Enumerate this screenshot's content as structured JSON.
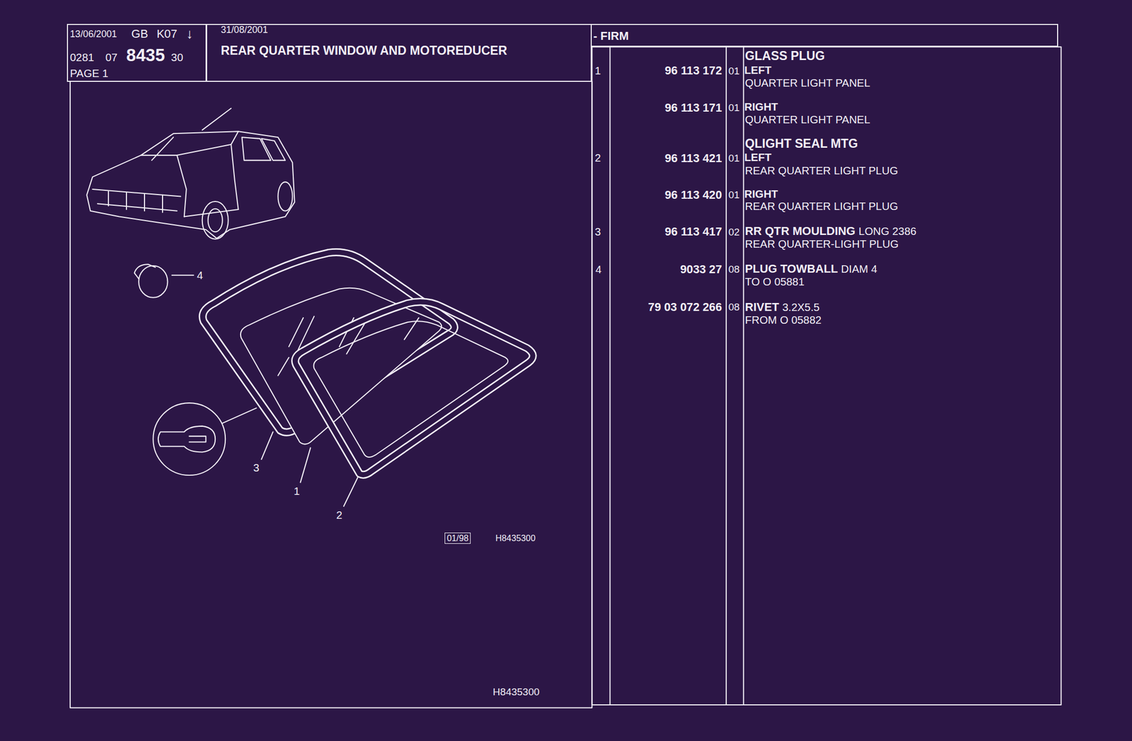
{
  "diagram": {
    "title": "REAR QUARTER WINDOW AND MOTOREDUCER",
    "nodes": [
      {
        "text": [
          "13/06/2001",
          "GB",
          "K07",
          "↓",
          "0281",
          "07",
          "8435",
          "30",
          "PAGE 1"
        ]
      },
      {
        "text": [
          "31/08/2001"
        ]
      },
      {
        "text": [
          "- FIRM"
        ]
      }
    ],
    "labels": [
      "1",
      "96 113 172",
      "01",
      "GLASS PLUG",
      "LEFT",
      "QUARTER LIGHT PANEL",
      "96 113 171",
      "01",
      "RIGHT",
      "QUARTER LIGHT PANEL",
      "2",
      "96 113 421",
      "01",
      "QLIGHT SEAL MTG",
      "LEFT",
      "REAR QUARTER LIGHT PLUG",
      "96 113 420",
      "01",
      "RIGHT",
      "REAR QUARTER LIGHT PLUG",
      "3",
      "96 113 417",
      "02",
      "RR QTR MOULDING",
      "LONG 2386",
      "REAR QUARTER-LIGHT PLUG",
      "4",
      "9033 27",
      "08",
      "PLUG TOWBALL",
      "DIAM 4",
      "TO O 05881",
      "79 03 072 266",
      "08",
      "RIVET",
      "3.2X5.5",
      "FROM O 05882",
      "4",
      "3",
      "1",
      "2",
      "01/98",
      "H8435300",
      "H8435300"
    ]
  }
}
